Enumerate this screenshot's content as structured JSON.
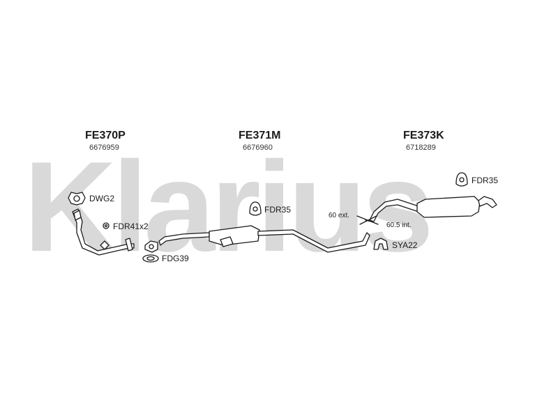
{
  "watermark": {
    "text": "Klarius"
  },
  "sections": [
    {
      "code": "FE370P",
      "oe_number": "6676959"
    },
    {
      "code": "FE371M",
      "oe_number": "6676960"
    },
    {
      "code": "FE373K",
      "oe_number": "6718289"
    }
  ],
  "accessories": {
    "gasket_front": "DWG2",
    "rubber_rings": "FDR41x2",
    "flange_gasket": "FDG39",
    "hanger_middle": "FDR35",
    "hanger_rear": "FDR35",
    "clamp": "SYA22"
  },
  "notes": {
    "external": "60 ext.",
    "internal": "60.5 int."
  },
  "colors": {
    "watermark": "#d9d9d9",
    "outline": "#1a1a1a",
    "pipe_fill": "#ffffff"
  }
}
